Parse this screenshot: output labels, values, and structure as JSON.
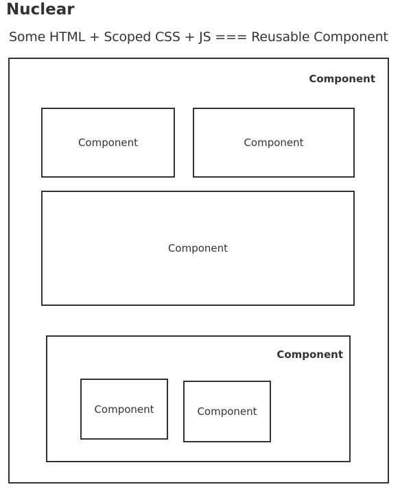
{
  "header": {
    "title": "Nuclear",
    "subtitle": "Some HTML + Scoped CSS + JS === Reusable Component"
  },
  "diagram": {
    "outer": {
      "label": "Component"
    },
    "top_left": {
      "label": "Component"
    },
    "top_right": {
      "label": "Component"
    },
    "middle_wide": {
      "label": "Component"
    },
    "nested": {
      "label": "Component",
      "left_child": {
        "label": "Component"
      },
      "right_child": {
        "label": "Component"
      }
    }
  },
  "colors": {
    "stroke": "#333333",
    "text": "#333333",
    "background": "#ffffff"
  }
}
